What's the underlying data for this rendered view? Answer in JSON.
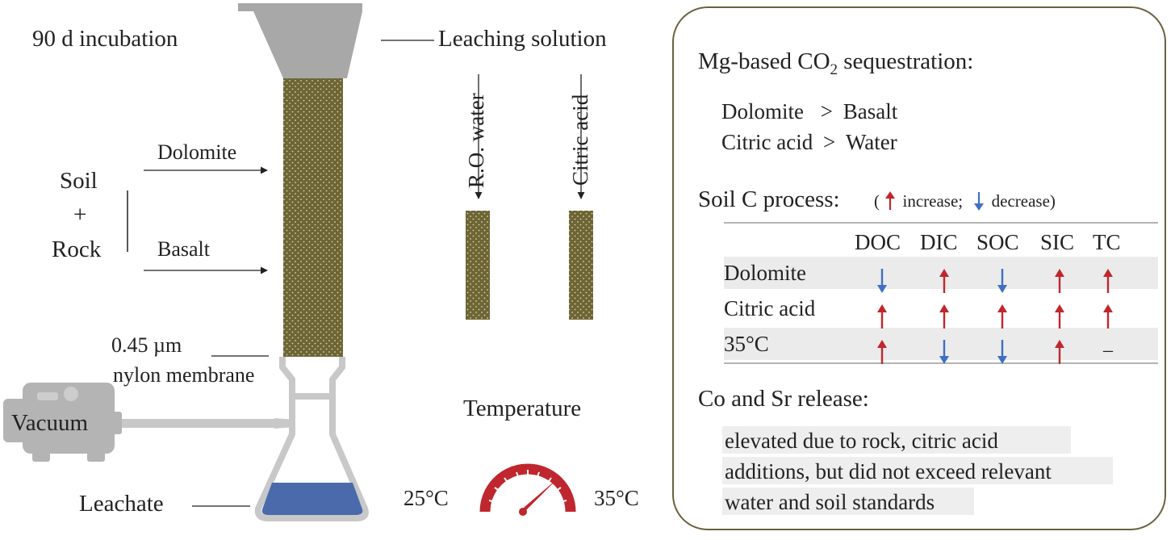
{
  "left": {
    "incubation": "90 d incubation",
    "leaching_solution": "Leaching solution",
    "ro_water": "R.O. water",
    "citric_acid": "Citric acid",
    "soil": "Soil",
    "plus": "+",
    "rock": "Rock",
    "dolomite": "Dolomite",
    "basalt": "Basalt",
    "membrane_line1": "0.45 µm",
    "membrane_line2": "nylon membrane",
    "vacuum": "Vacuum",
    "leachate": "Leachate",
    "temperature": "Temperature",
    "temp_low": "25°C",
    "temp_high": "35°C"
  },
  "panel": {
    "title_prefix": "Mg-based CO",
    "title_sub": "2",
    "title_suffix": " sequestration:",
    "rank1_left": "Dolomite",
    "rank1_op": ">",
    "rank1_right": "Basalt",
    "rank2_left": "Citric acid",
    "rank2_op": ">",
    "rank2_right": "Water",
    "soil_c_title": "Soil C process:",
    "legend_open": "(",
    "legend_increase": "increase;",
    "legend_decrease": "decrease)",
    "columns": [
      "DOC",
      "DIC",
      "SOC",
      "SIC",
      "TC"
    ],
    "rows": [
      {
        "label": "Dolomite",
        "effects": [
          "down",
          "up",
          "down",
          "up",
          "up"
        ]
      },
      {
        "label": "Citric acid",
        "effects": [
          "up",
          "up",
          "up",
          "up",
          "up"
        ]
      },
      {
        "label": "35°C",
        "effects": [
          "up",
          "down",
          "down",
          "up",
          "none"
        ]
      }
    ],
    "none_mark": "–",
    "co_sr_title": "Co and Sr release:",
    "co_sr_lines": [
      "elevated due to rock, citric acid",
      "additions, but did not exceed relevant",
      "water and soil standards"
    ]
  },
  "colors": {
    "column_fill": "#6e6535",
    "funnel": "#a8a8a8",
    "glass": "#c8c8c8",
    "leachate_liquid": "#4a6aab",
    "gauge": "#c0262d",
    "increase": "#c0262d",
    "decrease": "#3f6fc4",
    "panel_border": "#6b6040"
  }
}
